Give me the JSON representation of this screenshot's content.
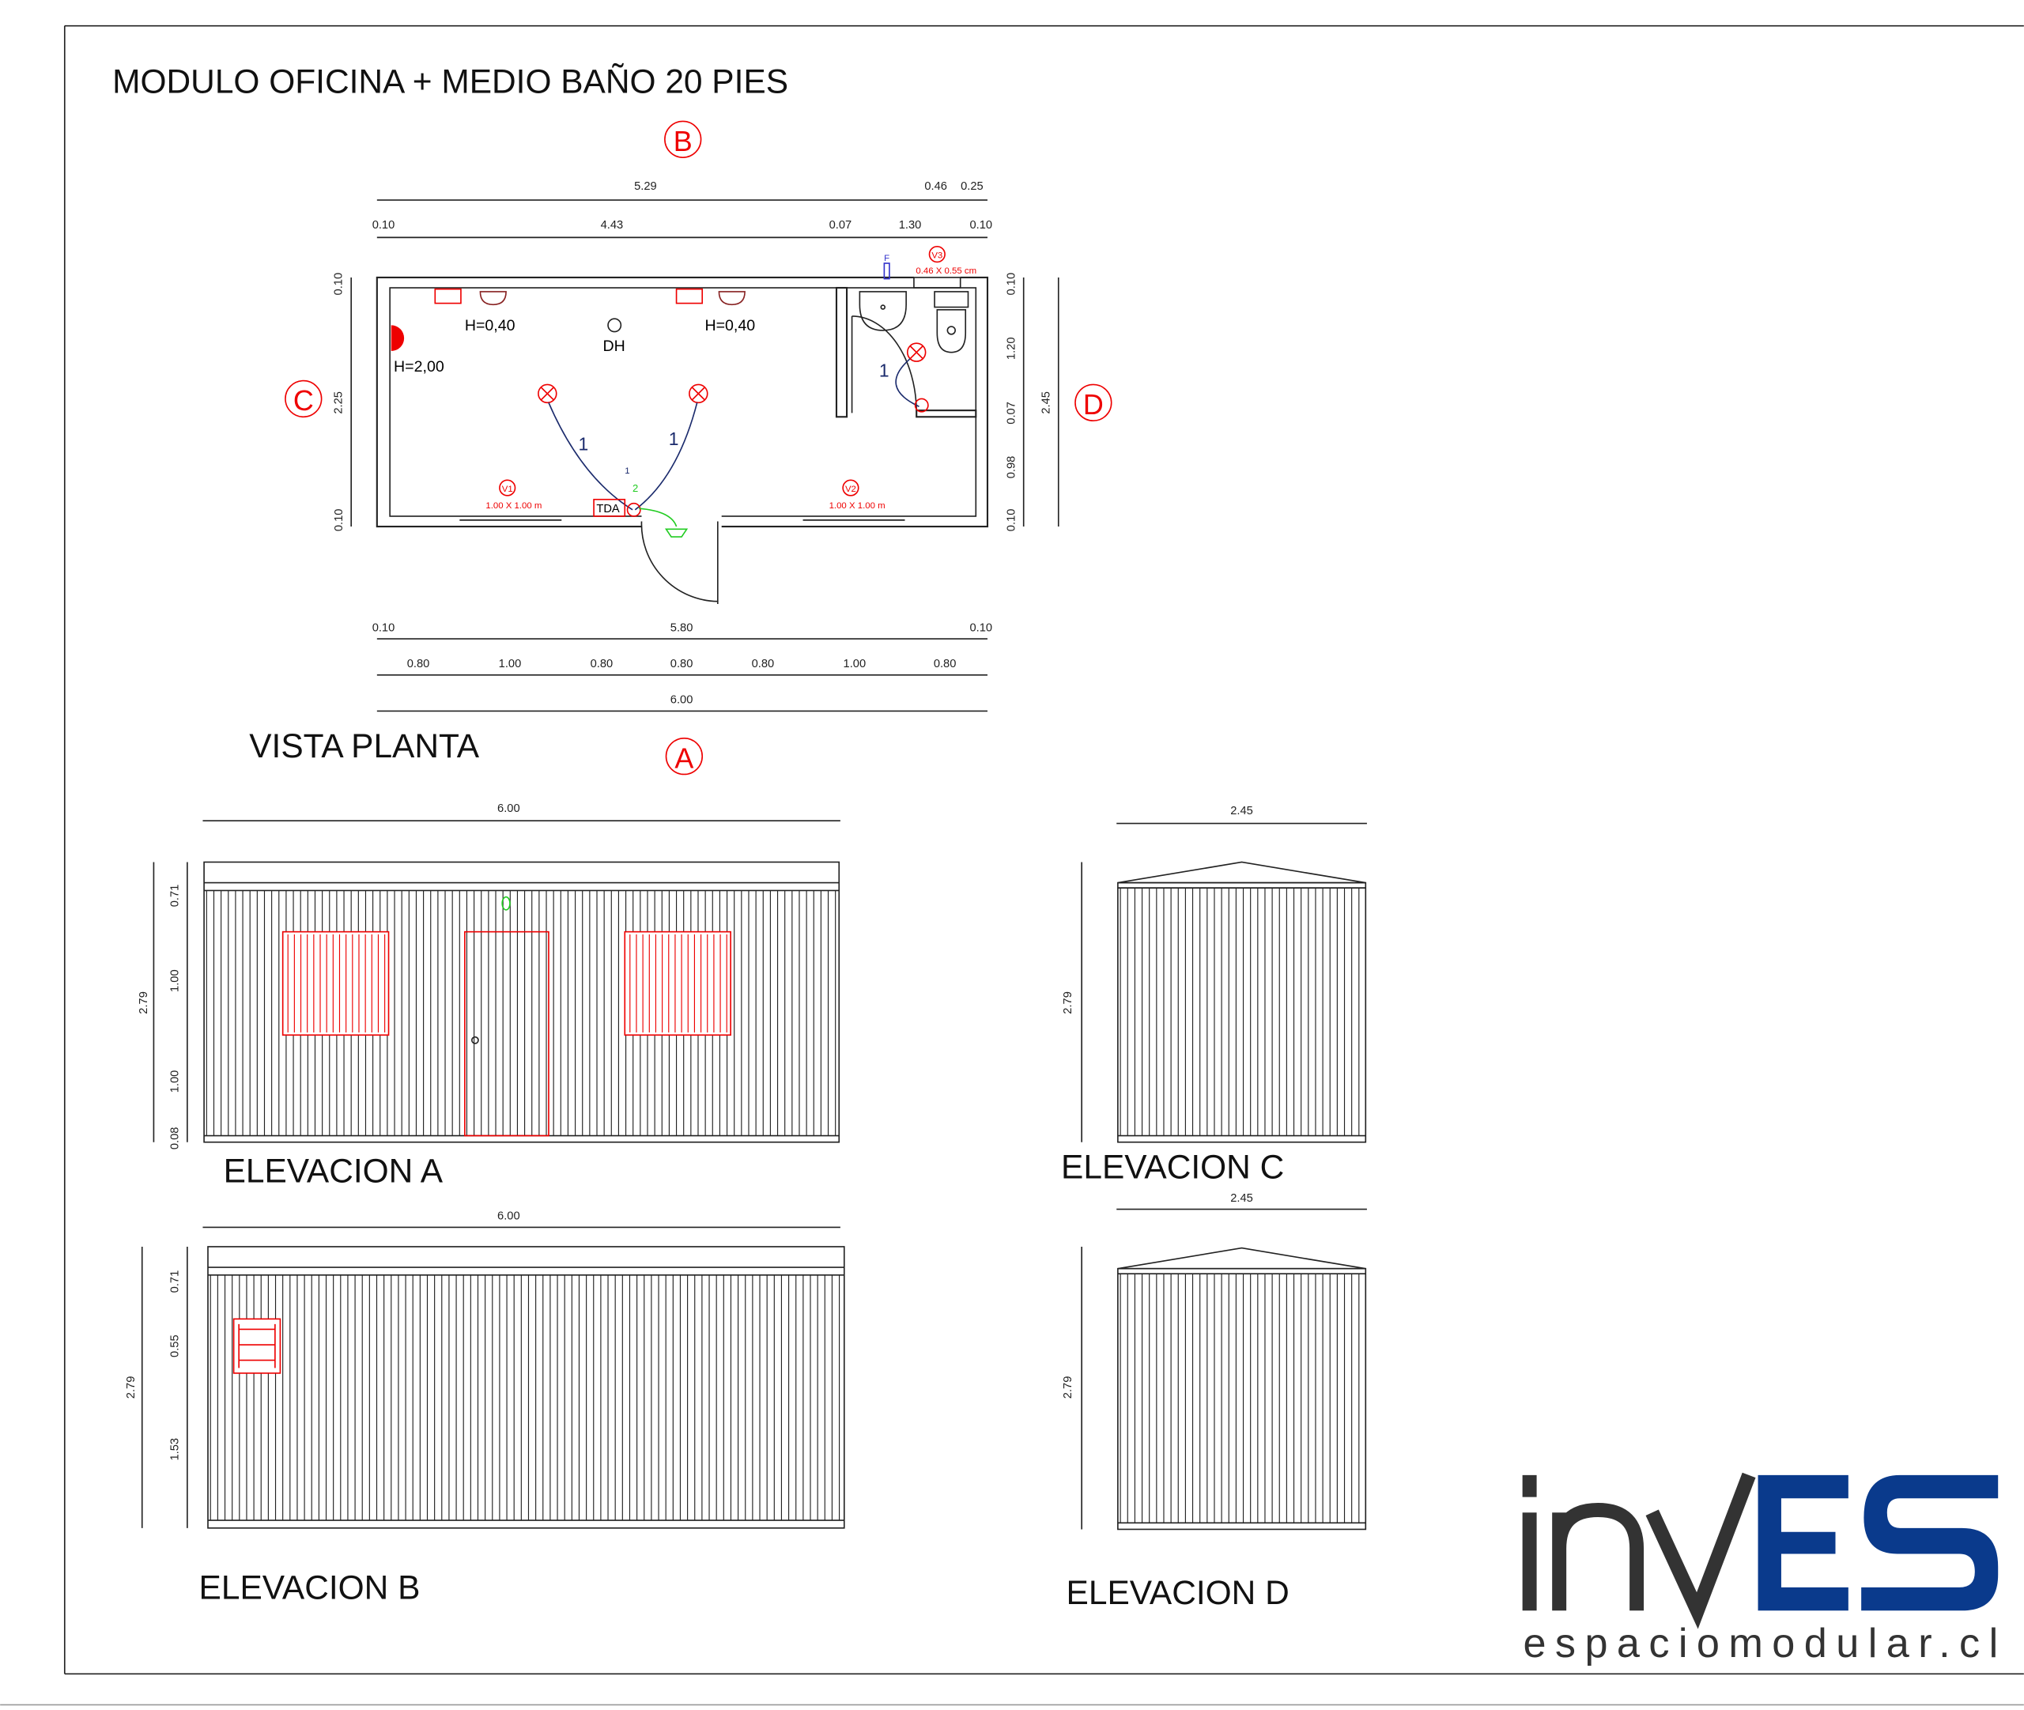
{
  "title": "MODULO OFICINA + MEDIO BAÑO 20 PIES",
  "markers": {
    "a": "A",
    "b": "B",
    "c": "C",
    "d": "D"
  },
  "plan": {
    "label": "VISTA PLANTA",
    "top_dims_1": [
      "5.29",
      "0.46",
      "0.25"
    ],
    "top_dims_2": [
      "0.10",
      "4.43",
      "0.07",
      "1.30",
      "0.10"
    ],
    "left_dims": [
      "0.10",
      "2.25",
      "0.10"
    ],
    "right_dims": [
      "0.10",
      "1.20",
      "0.07",
      "0.98",
      "0.10"
    ],
    "right_total": "2.45",
    "bottom_dims_1": [
      "0.10",
      "5.80",
      "0.10"
    ],
    "bottom_dims_2": [
      "0.80",
      "1.00",
      "0.80",
      "0.80",
      "0.80",
      "1.00",
      "0.80"
    ],
    "bottom_total": "6.00",
    "annotations": {
      "h_left": "H=0,40",
      "h_right": "H=0,40",
      "h_heater": "H=2,00",
      "dh": "DH",
      "tda": "TDA",
      "circuit": "1",
      "circuit2": "2",
      "faucet": "F",
      "v1": "V1",
      "v1_size": "1.00 X 1.00 m",
      "v2": "V2",
      "v2_size": "1.00 X 1.00 m",
      "v3": "V3",
      "v3_size": "0.46 X 0.55 cm"
    }
  },
  "elevations": {
    "a": {
      "label": "ELEVACION A",
      "width": "6.00",
      "height": "2.79",
      "parts": [
        "0.71",
        "1.00",
        "1.00",
        "0.08"
      ]
    },
    "b": {
      "label": "ELEVACION B",
      "width": "6.00",
      "height": "2.79",
      "parts": [
        "0.71",
        "0.55",
        "1.53"
      ]
    },
    "c": {
      "label": "ELEVACION C",
      "width": "2.45",
      "height": "2.79"
    },
    "d": {
      "label": "ELEVACION D",
      "width": "2.45",
      "height": "2.79"
    }
  },
  "logo": {
    "part1": "inv",
    "part2": "ES",
    "url": "espaciomodular.cl"
  },
  "colors": {
    "annotation": "#e00000",
    "brand_blue": "#0a3a8c",
    "brand_dark": "#333333",
    "electric": "#1a2a6c",
    "light": "#22cc22"
  }
}
